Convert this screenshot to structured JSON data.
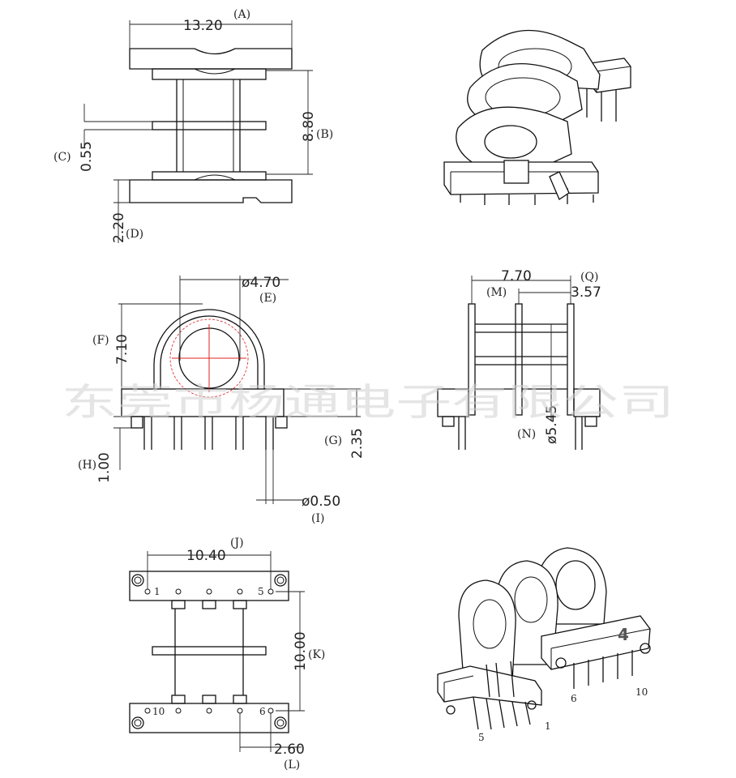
{
  "dimensions": {
    "A": {
      "tag": "(A)",
      "value": "13.20"
    },
    "B": {
      "tag": "(B)",
      "value": "8.80"
    },
    "C": {
      "tag": "(C)",
      "value": "0.55"
    },
    "D": {
      "tag": "(D)",
      "value": "2.20"
    },
    "E": {
      "tag": "(E)",
      "value": "ø4.70"
    },
    "F": {
      "tag": "(F)",
      "value": "7.10"
    },
    "G": {
      "tag": "(G)",
      "value": "2.35"
    },
    "H": {
      "tag": "(H)",
      "value": "1.00"
    },
    "I": {
      "tag": "(I)",
      "value": "ø0.50"
    },
    "J": {
      "tag": "(J)",
      "value": "10.40"
    },
    "K": {
      "tag": "(K)",
      "value": "10.00"
    },
    "L": {
      "tag": "(L)",
      "value": "2.60"
    },
    "M": {
      "tag": "(M)",
      "value": "7.70"
    },
    "N": {
      "tag": "(N)",
      "value": "ø5.45"
    },
    "Q": {
      "tag": "(Q)",
      "value": "3.57"
    }
  },
  "pin_labels": {
    "bottom_view": {
      "p1": "1",
      "p5": "5",
      "p10": "10",
      "p6": "6"
    },
    "iso_view": {
      "p5": "5",
      "p1": "1",
      "p6": "6",
      "p10": "10",
      "marker": "4"
    }
  },
  "watermark": "东莞市杨通电子有限公司",
  "colors": {
    "line": "#111111",
    "centerline": "#e02020",
    "watermark": "#cfcfcf"
  }
}
